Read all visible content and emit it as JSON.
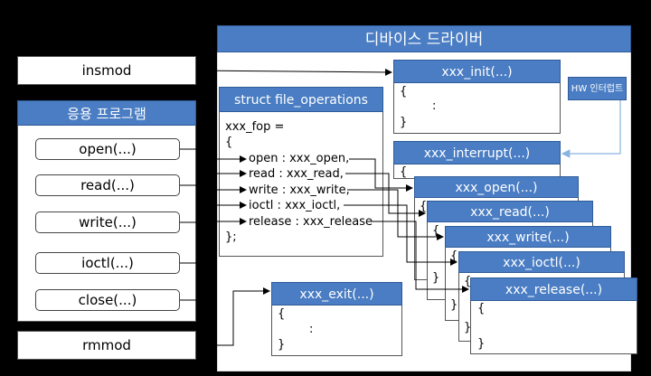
{
  "insmod": "insmod",
  "rmmod": "rmmod",
  "app": {
    "title": "응용 프로그램",
    "calls": [
      "open(...)",
      "read(...)",
      "write(...)",
      "ioctl(...)",
      "close(...)"
    ]
  },
  "driver": {
    "title": "디바이스 드라이버",
    "fop": {
      "title": "struct file_operations",
      "lines": [
        "xxx_fop =",
        "{",
        "open : xxx_open,",
        "read : xxx_read,",
        "write : xxx_write,",
        "ioctl : xxx_ioctl,",
        "release : xxx_release",
        "};"
      ]
    },
    "init": {
      "title": "xxx_init(...)",
      "body": [
        "{",
        ":",
        "}"
      ]
    },
    "interrupt": {
      "title": "xxx_interrupt(...)",
      "body": [
        "{"
      ]
    },
    "hw": "HW 인터럽트",
    "exit": {
      "title": "xxx_exit(...)",
      "body": [
        "{",
        ":",
        "}"
      ]
    },
    "funcs": [
      "xxx_open(...)",
      "xxx_read(...)",
      "xxx_write(...)",
      "xxx_ioctl(...)",
      "xxx_release(...)"
    ]
  },
  "colors": {
    "header": "#4a7dc3",
    "border": "#2f5b99",
    "hw_line": "#8ab4e0",
    "background": "#000000"
  }
}
